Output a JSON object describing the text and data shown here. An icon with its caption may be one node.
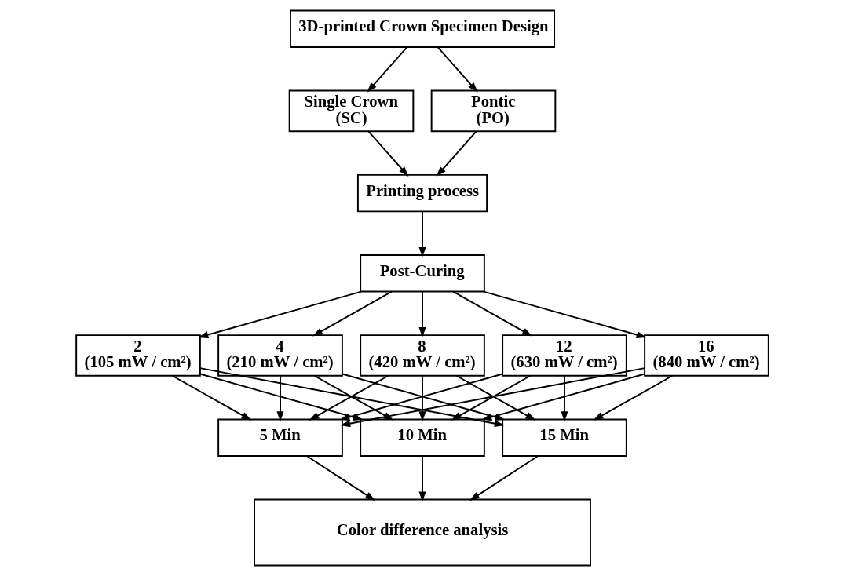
{
  "diagram": {
    "nodes": [
      {
        "text": [
          "3D-printed Crown Specimen Design"
        ]
      },
      {
        "text": [
          "Single Crown",
          "(SC)"
        ]
      },
      {
        "text": [
          "Pontic",
          "(PO)"
        ]
      },
      {
        "text": [
          "Printing process"
        ]
      },
      {
        "text": [
          "Post-Curing"
        ]
      },
      {
        "text": [
          "2",
          "(105 mW / cm²)"
        ]
      },
      {
        "text": [
          "4",
          "(210 mW / cm²)"
        ]
      },
      {
        "text": [
          "8",
          "(420 mW / cm²)"
        ]
      },
      {
        "text": [
          "12",
          "(630 mW / cm²)"
        ]
      },
      {
        "text": [
          "16",
          "(840 mW / cm²)"
        ]
      },
      {
        "text": [
          "5 Min"
        ]
      },
      {
        "text": [
          "10 Min"
        ]
      },
      {
        "text": [
          "15 Min"
        ]
      },
      {
        "text": [
          "Color difference analysis"
        ]
      }
    ],
    "edges": [
      {
        "from": 0,
        "to": 1,
        "arrow": "to"
      },
      {
        "from": 0,
        "to": 2,
        "arrow": "to"
      },
      {
        "from": 1,
        "to": 3,
        "arrow": "to"
      },
      {
        "from": 2,
        "to": 3,
        "arrow": "to"
      },
      {
        "from": 3,
        "to": 4,
        "arrow": "to"
      },
      {
        "from": 4,
        "to": 5,
        "arrow": "to"
      },
      {
        "from": 4,
        "to": 6,
        "arrow": "to"
      },
      {
        "from": 4,
        "to": 7,
        "arrow": "to"
      },
      {
        "from": 4,
        "to": 8,
        "arrow": "to"
      },
      {
        "from": 4,
        "to": 9,
        "arrow": "to"
      },
      {
        "from": 5,
        "to": 10,
        "arrow": "to"
      },
      {
        "from": 5,
        "to": 11,
        "arrow": "to"
      },
      {
        "from": 5,
        "to": 12,
        "arrow": "to"
      },
      {
        "from": 6,
        "to": 10,
        "arrow": "to"
      },
      {
        "from": 6,
        "to": 11,
        "arrow": "to"
      },
      {
        "from": 6,
        "to": 12,
        "arrow": "to"
      },
      {
        "from": 7,
        "to": 10,
        "arrow": "to"
      },
      {
        "from": 7,
        "to": 11,
        "arrow": "to"
      },
      {
        "from": 7,
        "to": 12,
        "arrow": "to"
      },
      {
        "from": 8,
        "to": 10,
        "arrow": "to"
      },
      {
        "from": 8,
        "to": 11,
        "arrow": "to"
      },
      {
        "from": 8,
        "to": 12,
        "arrow": "to"
      },
      {
        "from": 9,
        "to": 10,
        "arrow": "to"
      },
      {
        "from": 9,
        "to": 11,
        "arrow": "to"
      },
      {
        "from": 9,
        "to": 12,
        "arrow": "to"
      },
      {
        "from": 10,
        "to": 13,
        "arrow": "to"
      },
      {
        "from": 11,
        "to": 13,
        "arrow": "to"
      },
      {
        "from": 12,
        "to": 13,
        "arrow": "to"
      }
    ]
  }
}
